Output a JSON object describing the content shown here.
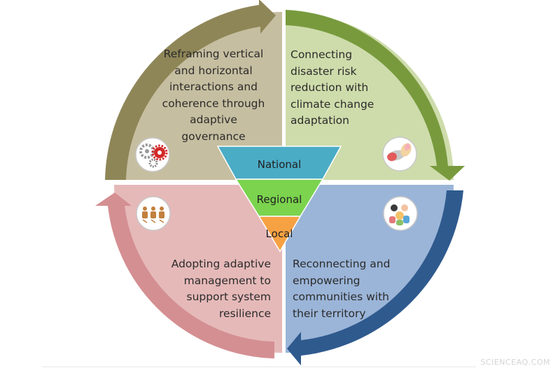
{
  "quadrants": {
    "top_left": {
      "lines": [
        "Reframing vertical",
        "and horizontal",
        "interactions and",
        "coherence through",
        "adaptive",
        "governance"
      ],
      "color": "#c6bea0",
      "arrow_color": "#8f8658",
      "icon": "gears-icon"
    },
    "top_right": {
      "lines": [
        "Connecting",
        "disaster risk",
        "reduction with",
        "climate change",
        "adaptation"
      ],
      "color": "#cedcab",
      "arrow_color": "#789a3d",
      "icon": "pills-icon"
    },
    "bottom_left": {
      "lines": [
        "Adopting adaptive",
        "management to",
        "support system",
        "resilience"
      ],
      "color": "#e6b9b9",
      "arrow_color": "#d48f92",
      "icon": "figures-icon"
    },
    "bottom_right": {
      "lines": [
        "Reconnecting and",
        "empowering",
        "communities with",
        "their territory"
      ],
      "color": "#9bb5d8",
      "arrow_color": "#2f5a8e",
      "icon": "community-icon"
    }
  },
  "levels": [
    {
      "label": "National",
      "color": "#4bacc6"
    },
    {
      "label": "Regional",
      "color": "#7bd34e"
    },
    {
      "label": "Local",
      "color": "#f6a142"
    }
  ],
  "watermark": "SCIENCEAQ.COM"
}
